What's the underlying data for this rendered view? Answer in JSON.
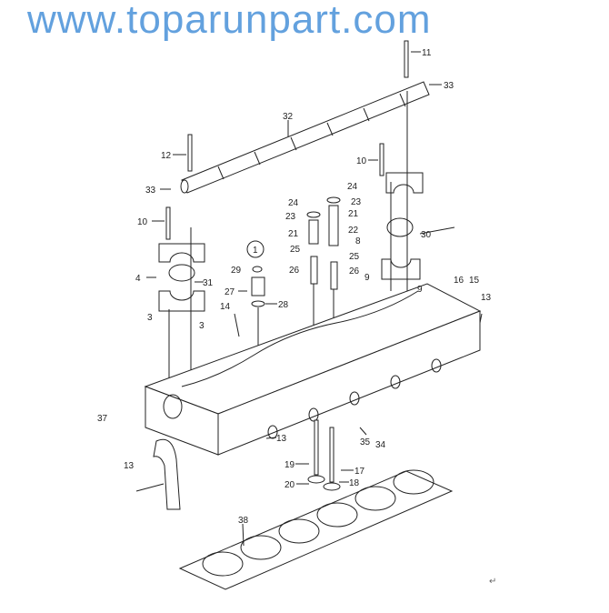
{
  "diagram": {
    "labels": [
      "11",
      "33",
      "32",
      "12",
      "10",
      "33",
      "24",
      "23",
      "24",
      "23",
      "21",
      "10",
      "21",
      "22",
      "8",
      "30",
      "25",
      "25",
      "29",
      "26",
      "26",
      "9",
      "9",
      "4",
      "31",
      "27",
      "28",
      "16",
      "15",
      "13",
      "14",
      "3",
      "3",
      "37",
      "13",
      "35",
      "34",
      "13",
      "19",
      "17",
      "20",
      "18",
      "38"
    ],
    "group_marker": "1",
    "watermark": "www.toparunpart.com",
    "return_mark": "↵"
  }
}
